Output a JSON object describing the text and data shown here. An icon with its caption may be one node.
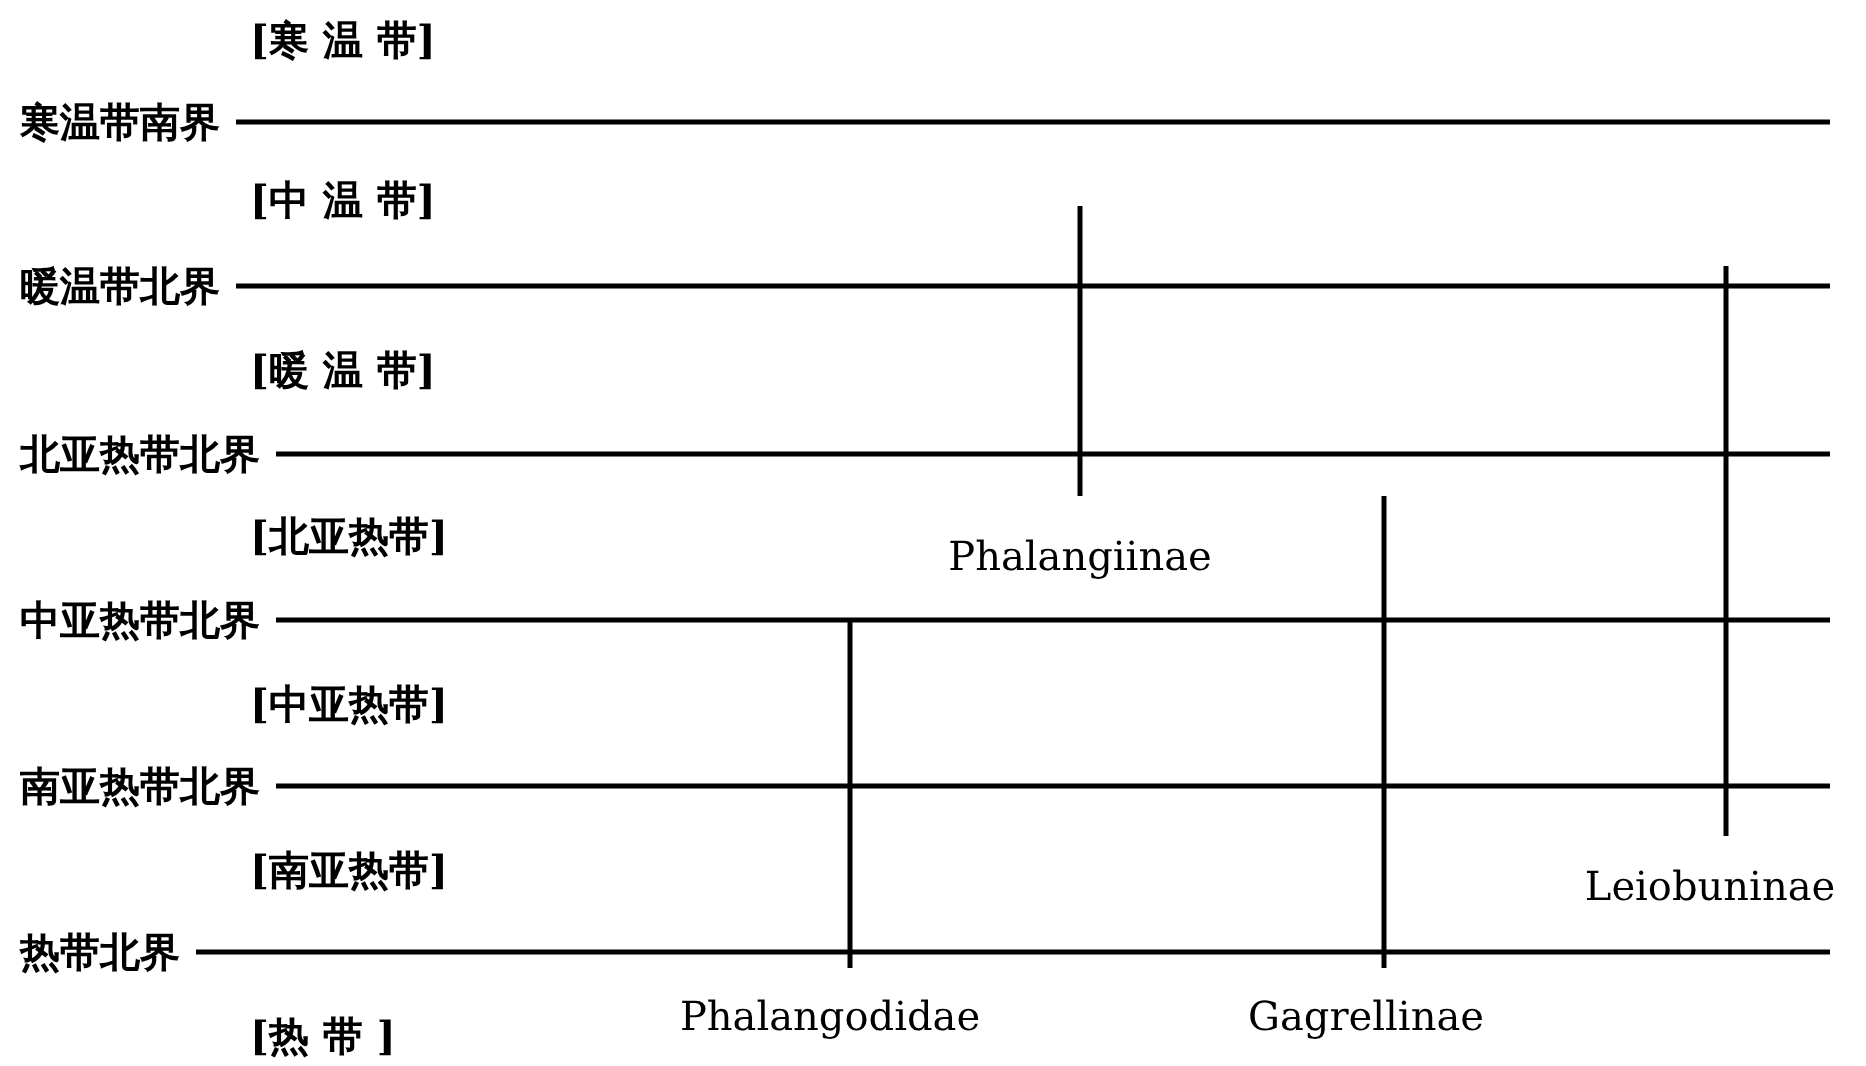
{
  "diagram": {
    "labels": [
      "[寒 温 带]",
      "寒温带南界",
      "[中 温 带]",
      "暖温带北界",
      "[暖 温 带]",
      "北亚热带北界",
      "[北亚热带]",
      "Phalangiinae",
      "中亚热带北界",
      "[中亚热带]",
      "南亚热带北界",
      "[南亚热带]",
      "Leiobuninae",
      "热带北界",
      "[热 带 ]",
      "Phalangodidae",
      "Gagrellinae"
    ]
  }
}
